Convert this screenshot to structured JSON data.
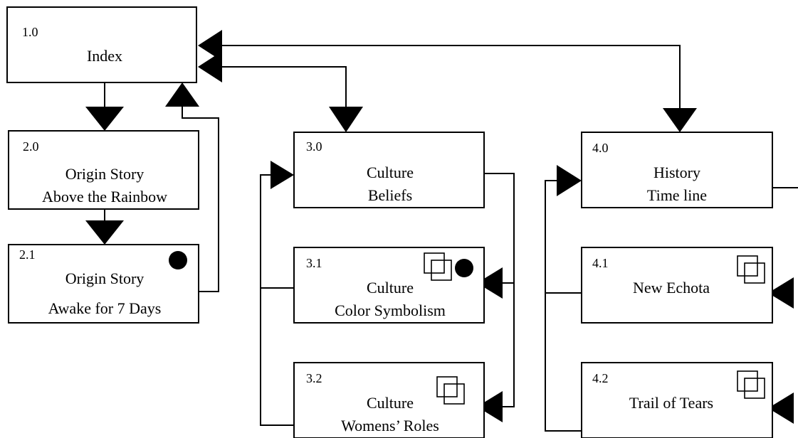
{
  "diagram": {
    "nodes": [
      {
        "id": "1.0",
        "lines": [
          "Index"
        ],
        "icons": []
      },
      {
        "id": "2.0",
        "lines": [
          "Origin Story",
          "Above the Rainbow"
        ],
        "icons": []
      },
      {
        "id": "2.1",
        "lines": [
          "Origin Story",
          "Awake for 7 Days"
        ],
        "icons": [
          "dot-icon"
        ]
      },
      {
        "id": "3.0",
        "lines": [
          "Culture",
          "Beliefs"
        ],
        "icons": []
      },
      {
        "id": "3.1",
        "lines": [
          "Culture",
          "Color Symbolism"
        ],
        "icons": [
          "overlapping-squares-icon",
          "dot-icon"
        ]
      },
      {
        "id": "3.2",
        "lines": [
          "Culture",
          "Womens’ Roles"
        ],
        "icons": [
          "overlapping-squares-icon"
        ]
      },
      {
        "id": "4.0",
        "lines": [
          "History",
          "Time line"
        ],
        "icons": []
      },
      {
        "id": "4.1",
        "lines": [
          "New Echota"
        ],
        "icons": [
          "overlapping-squares-icon"
        ]
      },
      {
        "id": "4.2",
        "lines": [
          "Trail of Tears"
        ],
        "icons": [
          "overlapping-squares-icon"
        ]
      }
    ],
    "edges": [
      {
        "from": "1.0",
        "to": "2.0"
      },
      {
        "from": "2.0",
        "to": "2.1"
      },
      {
        "from": "2.1",
        "to": "1.0"
      },
      {
        "from": "1.0",
        "to": "3.0"
      },
      {
        "from": "3.0",
        "to": "3.1"
      },
      {
        "from": "3.0",
        "to": "3.2"
      },
      {
        "from": "3.1",
        "to": "3.0"
      },
      {
        "from": "3.2",
        "to": "3.0"
      },
      {
        "from": "1.0",
        "to": "4.0"
      },
      {
        "from": "4.0",
        "to": "4.1"
      },
      {
        "from": "4.0",
        "to": "4.2"
      },
      {
        "from": "4.1",
        "to": "4.0"
      },
      {
        "from": "4.2",
        "to": "4.0"
      }
    ]
  }
}
